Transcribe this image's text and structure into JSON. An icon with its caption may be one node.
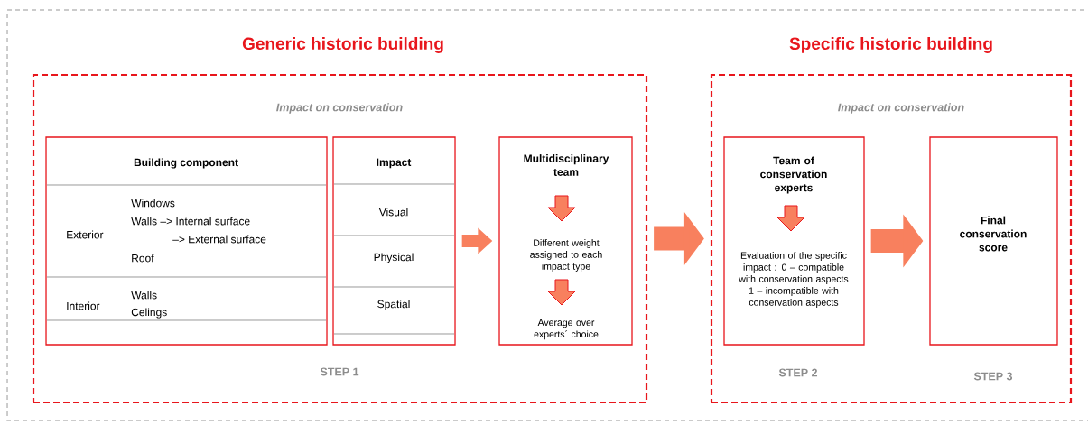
{
  "diagram": {
    "nodes": [
      {
        "text": [
          "Generic historic building",
          "Impact on conservation",
          "STEP 1"
        ]
      },
      {
        "text": [
          "Building component",
          "Exterior",
          "Windows",
          "Walls –> Internal surface",
          "–> External surface",
          "Roof",
          "Interior",
          "Walls",
          "Celings"
        ],
        "in": 0
      },
      {
        "text": [
          "Impact",
          "Visual",
          "Physical",
          "Spatial"
        ],
        "in": 0
      },
      {
        "text": [
          "Multidisciplinary team",
          "Different weight assigned  to each impact type",
          "Average over experts´ choice"
        ],
        "in": 0
      },
      {
        "text": [
          "Specific historic building",
          "Impact on conservation"
        ]
      },
      {
        "text": [
          "Team of conservation experts",
          "Evaluation of the specific impact : 0 – compatible with conservation aspects 1 – incompatible with conservation aspects"
        ],
        "in": 4,
        "beside": [
          "STEP 2"
        ]
      },
      {
        "text": [
          "Final conservation score"
        ],
        "in": 4,
        "beside": [
          "STEP 3"
        ]
      }
    ],
    "edges": [
      {
        "from": 2,
        "to": 3,
        "arrow": "to"
      },
      {
        "from": 0,
        "to": 4,
        "arrow": "to"
      },
      {
        "from": 5,
        "to": 6,
        "arrow": "to"
      }
    ]
  }
}
